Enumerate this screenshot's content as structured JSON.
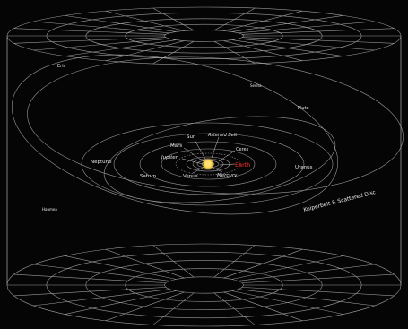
{
  "bodies": {
    "eris": "Eris",
    "sedna": "Sedna",
    "pluto": "Pluto",
    "sun": "Sun",
    "asteroid_belt": "Asteroid Belt",
    "mars": "Mars",
    "ceres": "Ceres",
    "jupiter": "Jupiter",
    "earth": "Earth",
    "neptune": "Neptune",
    "uranus": "Uranus",
    "saturn": "Saturn",
    "venus": "Venus",
    "mercury": "Mercury",
    "haumea": "Haumea",
    "kuiper": "Kuiperbelt & Scattered Disc"
  },
  "colors": {
    "background": "#050505",
    "grid": "#9a9a9a",
    "orbit": "#bdbdbd",
    "label": "#e8e8e8",
    "earth_label": "#ff2a2a",
    "sun": "#ffd35a"
  }
}
